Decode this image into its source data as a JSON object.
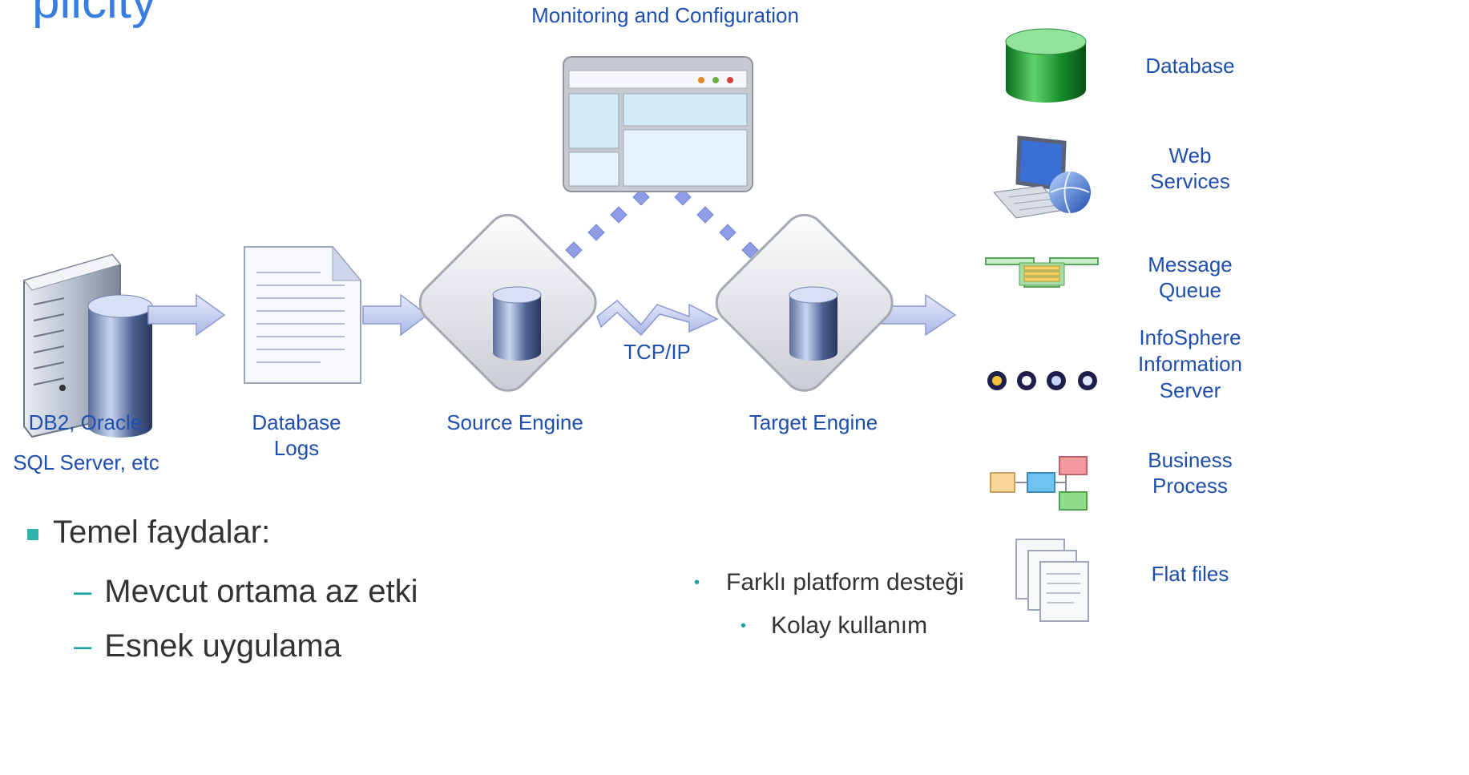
{
  "title_fragment": "plicity",
  "monitor_label": "Monitoring and Configuration",
  "flow": {
    "db_label_line1": "DB2, Oracle,",
    "db_label_line2": "SQL Server, etc",
    "logs_label_line1": "Database",
    "logs_label_line2": "Logs",
    "source_label": "Source Engine",
    "target_label": "Target Engine",
    "protocol_label": "TCP/IP"
  },
  "targets": [
    {
      "icon": "database-cylinder-icon",
      "line1": "Database",
      "line2": ""
    },
    {
      "icon": "computer-globe-icon",
      "line1": "Web",
      "line2": "Services"
    },
    {
      "icon": "message-queue-icon",
      "line1": "Message",
      "line2": "Queue"
    },
    {
      "icon": "infosphere-icons",
      "line1": "InfoSphere",
      "line2": "Information",
      "line3": "Server"
    },
    {
      "icon": "process-flow-icon",
      "line1": "Business",
      "line2": "Process"
    },
    {
      "icon": "documents-stack-icon",
      "line1": "Flat files",
      "line2": ""
    }
  ],
  "benefits": {
    "heading": "Temel faydalar:",
    "items": [
      "Mevcut ortama az etki",
      "Esnek uygulama"
    ]
  },
  "side_points": [
    "Farklı platform desteği",
    "Kolay kullanım"
  ],
  "colors": {
    "label_blue": "#1f4fae",
    "accent_teal": "#2fb4b0",
    "arrow_fill": "#c9d3f3"
  }
}
